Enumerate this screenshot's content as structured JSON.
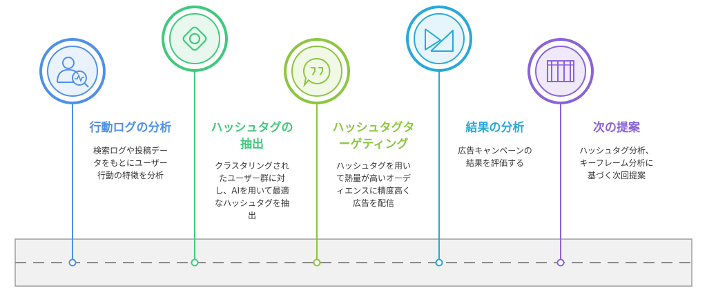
{
  "colors": {
    "road_fill": "#f1f1f1",
    "road_border": "#9e9e9e",
    "road_dash": "#8a8a8a"
  },
  "steps": [
    {
      "title": "行動ログの分析",
      "description": "検索ログや投稿デー\nタをもとにユーザー\n行動の特徴を分析",
      "color": "#4f8fe8",
      "fill": "#eaf2fd",
      "icon": "user-analytics-icon"
    },
    {
      "title": "ハッシュタグの\n抽出",
      "description": "クラスタリングされ\nたユーザー群に対\nし、AIを用いて最適\nなハッシュタグを抽\n出",
      "color": "#3fc97c",
      "fill": "#e8f8ee",
      "icon": "target-icon"
    },
    {
      "title": "ハッシュタグタ\nーゲティング",
      "description": "ハッシュタグを用い\nて熱量が高いオーデ\nィエンスに精度高く\n広告を配信",
      "color": "#8cc63f",
      "fill": "#f1f8e6",
      "icon": "chat-quote-icon"
    },
    {
      "title": "結果の分析",
      "description": "広告キャンペーンの\n結果を評価する",
      "color": "#26a9d9",
      "fill": "#e6f5fb",
      "icon": "play-chart-icon"
    },
    {
      "title": "次の提案",
      "description": "ハッシュタグ分析、\nキーフレーム分析に\n基づく次回提案",
      "color": "#8a63d8",
      "fill": "#efe9fa",
      "icon": "pillars-icon"
    }
  ]
}
